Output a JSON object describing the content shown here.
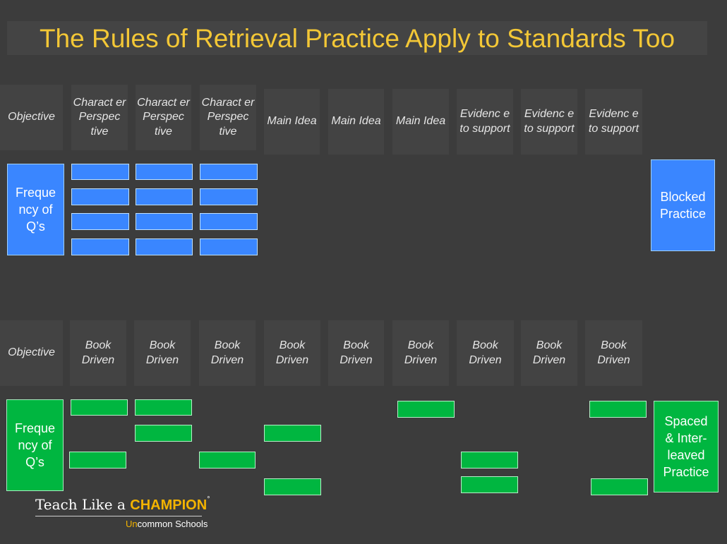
{
  "title": "The Rules of Retrieval Practice Apply to Standards Too",
  "top": {
    "objective": "Objective",
    "headers": [
      "Charact er Perspec tive",
      "Charact er Perspec tive",
      "Charact er Perspec tive",
      "Main Idea",
      "Main Idea",
      "Main Idea",
      "Evidenc e to support",
      "Evidenc e to support",
      "Evidenc e to support"
    ],
    "frequency_label": "Freque ncy of Q’s",
    "practice_label": "Blocked Practice"
  },
  "bottom": {
    "objective": "Objective",
    "headers": [
      "Book Driven",
      "Book Driven",
      "Book Driven",
      "Book Driven",
      "Book Driven",
      "Book Driven",
      "Book Driven",
      "Book Driven",
      "Book Driven"
    ],
    "frequency_label": "Freque ncy of Q’s",
    "practice_label": "Spaced & Inter-leaved Practice"
  },
  "logo": {
    "main": "Teach Like a",
    "brand": "CHAMPION",
    "registered": "°",
    "sub_prefix": "Un",
    "sub_rest": "common Schools"
  },
  "colors": {
    "background": "#3c3c3c",
    "title": "#f3c736",
    "blocked": "#3a86ff",
    "spaced": "#00b640"
  }
}
